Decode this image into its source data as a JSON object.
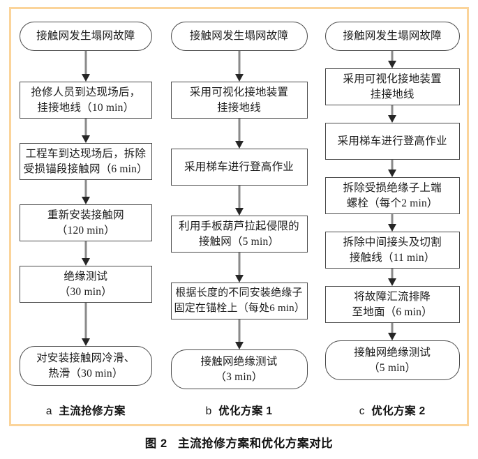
{
  "figure": {
    "caption_number": "图 2",
    "caption_text": "主流抢修方案和优化方案对比",
    "frame_color": "#fbd49a",
    "box_border_color": "#4a4a4a",
    "arrow_color": "#8a8a8a",
    "arrow_head_color": "#262626"
  },
  "columns": [
    {
      "id": "a",
      "label_tag": "a",
      "label_text": "主流抢修方案",
      "nodes": [
        {
          "shape": "terminator",
          "text": "接触网发生塌网故障"
        },
        {
          "shape": "process",
          "text": "抢修人员到达现场后，\n挂接地线（10 min）"
        },
        {
          "shape": "process",
          "text": "工程车到达现场后，拆除\n受损锚段接触网（6 min）"
        },
        {
          "shape": "process",
          "text": "重新安装接触网\n（120 min）"
        },
        {
          "shape": "process",
          "text": "绝缘测试\n（30 min）"
        },
        {
          "shape": "terminator",
          "text": "对安装接触网冷滑、\n热滑（30 min）"
        }
      ]
    },
    {
      "id": "b",
      "label_tag": "b",
      "label_text": "优化方案 1",
      "nodes": [
        {
          "shape": "terminator",
          "text": "接触网发生塌网故障"
        },
        {
          "shape": "process",
          "text": "采用可视化接地装置\n挂接地线"
        },
        {
          "shape": "process",
          "text": "采用梯车进行登高作业"
        },
        {
          "shape": "process",
          "text": "利用手板葫芦拉起侵限的\n接触网（5 min）"
        },
        {
          "shape": "process",
          "text": "根据长度的不同安装绝缘子\n固定在锚栓上（每处6 min）"
        },
        {
          "shape": "terminator",
          "text": "接触网绝缘测试\n（3 min）"
        }
      ]
    },
    {
      "id": "c",
      "label_tag": "c",
      "label_text": "优化方案 2",
      "nodes": [
        {
          "shape": "terminator",
          "text": "接触网发生塌网故障"
        },
        {
          "shape": "process",
          "text": "采用可视化接地装置\n挂接地线"
        },
        {
          "shape": "process",
          "text": "采用梯车进行登高作业"
        },
        {
          "shape": "process",
          "text": "拆除受损绝缘子上端\n螺栓（每个2 min）"
        },
        {
          "shape": "process",
          "text": "拆除中间接头及切割\n接触线（11 min）"
        },
        {
          "shape": "process",
          "text": "将故障汇流排降\n至地面（6 min）"
        },
        {
          "shape": "terminator",
          "text": "接触网绝缘测试\n（5 min）"
        }
      ]
    }
  ]
}
